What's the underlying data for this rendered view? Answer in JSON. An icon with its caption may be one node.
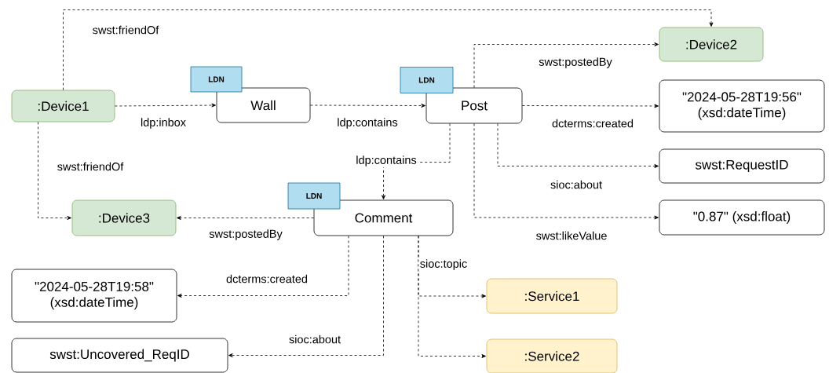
{
  "diagram": {
    "nodes": [
      {
        "text": [
          ":Device1"
        ]
      },
      {
        "text": [
          "LDN"
        ]
      },
      {
        "text": [
          "Wall"
        ]
      },
      {
        "text": [
          ":Device2"
        ]
      },
      {
        "text": [
          "LDN"
        ]
      },
      {
        "text": [
          "Post"
        ]
      },
      {
        "text": [
          "\"2024-05-28T19:56\" (xsd:dateTime)"
        ]
      },
      {
        "text": [
          "swst:RequestID"
        ]
      },
      {
        "text": [
          "LDN"
        ]
      },
      {
        "text": [
          "Comment"
        ]
      },
      {
        "text": [
          ":Device3"
        ]
      },
      {
        "text": [
          "\"0.87\" (xsd:float)"
        ]
      },
      {
        "text": [
          "\"2024-05-28T19:58\" (xsd:dateTime)"
        ]
      },
      {
        "text": [
          ":Service1"
        ]
      },
      {
        "text": [
          "swst:Uncovered_ReqID"
        ]
      },
      {
        "text": [
          ":Service2"
        ]
      }
    ],
    "edges": [
      {
        "from": 0,
        "to": 3,
        "arrow": "to",
        "label": "swst:friendOf",
        "style": "dashed"
      },
      {
        "from": 0,
        "to": 2,
        "arrow": "to",
        "label": "ldp:inbox",
        "style": "dashed"
      },
      {
        "from": 0,
        "to": 10,
        "arrow": "to",
        "label": "swst:friendOf",
        "style": "dashed"
      },
      {
        "from": 2,
        "to": 5,
        "arrow": "to",
        "label": "ldp:contains",
        "style": "dashed"
      },
      {
        "from": 5,
        "to": 3,
        "arrow": "to",
        "label": "swst:postedBy",
        "style": "dashed"
      },
      {
        "from": 5,
        "to": 6,
        "arrow": "to",
        "label": "dcterms:created",
        "style": "dashed"
      },
      {
        "from": 5,
        "to": 7,
        "arrow": "to",
        "label": "sioc:about",
        "style": "dashed"
      },
      {
        "from": 5,
        "to": 11,
        "arrow": "to",
        "label": "swst:likeValue",
        "style": "dashed"
      },
      {
        "from": 5,
        "to": 9,
        "arrow": "to",
        "label": "ldp:contains",
        "style": "dashed"
      },
      {
        "from": 9,
        "to": 10,
        "arrow": "to",
        "label": "swst:postedBy",
        "style": "dashed"
      },
      {
        "from": 9,
        "to": 12,
        "arrow": "to",
        "label": "dcterms:created",
        "style": "dashed"
      },
      {
        "from": 9,
        "to": 14,
        "arrow": "to",
        "label": "sioc:about",
        "style": "dashed"
      },
      {
        "from": 9,
        "to": 13,
        "arrow": "to",
        "label": "sioc:topic",
        "style": "dashed"
      },
      {
        "from": 9,
        "to": 15,
        "arrow": "to",
        "style": "dashed"
      }
    ]
  }
}
